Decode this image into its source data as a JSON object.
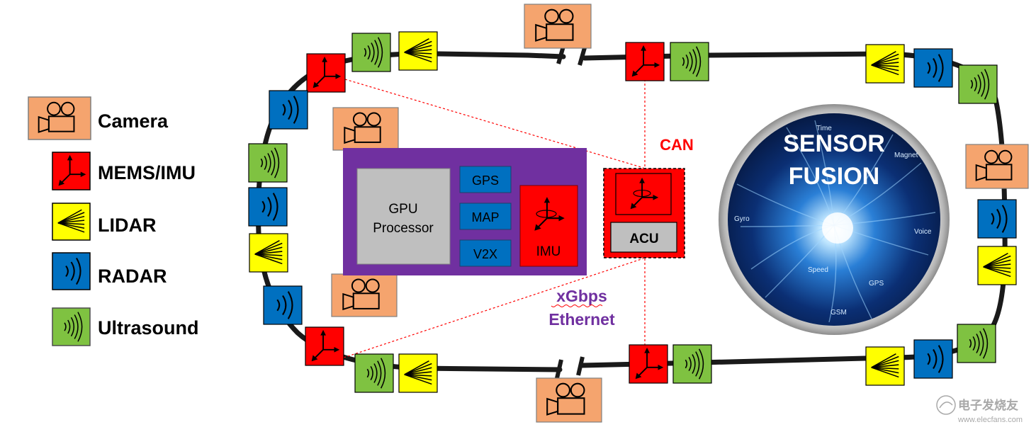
{
  "legend": {
    "items": [
      {
        "label": "Camera",
        "kind": "camera"
      },
      {
        "label": "MEMS/IMU",
        "kind": "imu"
      },
      {
        "label": "LIDAR",
        "kind": "lidar"
      },
      {
        "label": "RADAR",
        "kind": "radar"
      },
      {
        "label": "Ultrasound",
        "kind": "ultrasound"
      }
    ]
  },
  "compute": {
    "gpu_line1": "GPU",
    "gpu_line2": "Processor",
    "gps": "GPS",
    "map": "MAP",
    "v2x": "V2X",
    "imu": "IMU"
  },
  "acu": {
    "label": "ACU"
  },
  "links": {
    "can": "CAN",
    "ethernet_line1": "xGbps",
    "ethernet_line2": "Ethernet"
  },
  "fusion": {
    "line1": "SENSOR",
    "line2": "FUSION",
    "words": [
      "Time",
      "Magnet",
      "Gyro",
      "Voice",
      "Speed",
      "GPS",
      "GSM"
    ]
  },
  "watermark": {
    "text": "电子发烧友",
    "url": "www.elecfans.com"
  },
  "colors": {
    "camera": "#F5A46E",
    "imu": "#FF0000",
    "lidar": "#FFFF00",
    "radar": "#0070C0",
    "ultrasound": "#7FC241",
    "compute_bg": "#7030A0",
    "gpu_bg": "#BFBFBF",
    "acu_bg": "#BFBFBF",
    "can_text": "#FF0000",
    "ethernet_text": "#7030A0"
  }
}
